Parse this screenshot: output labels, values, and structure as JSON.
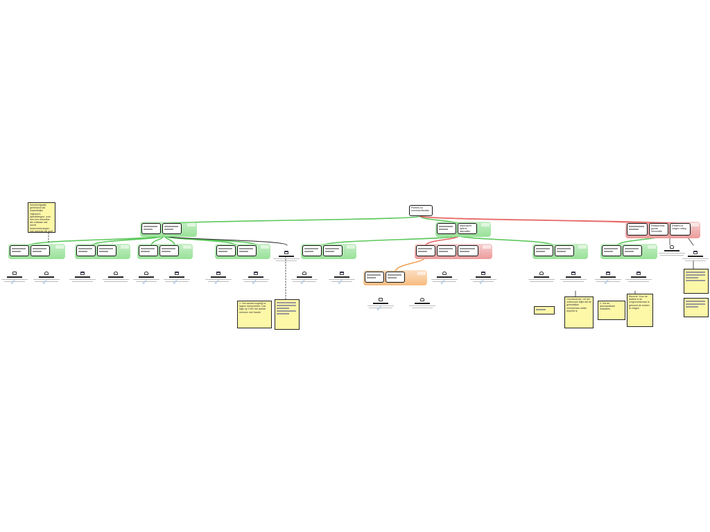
{
  "root": {
    "label": "Publiek-nu overmachtsdata"
  },
  "nodes": [
    {
      "id": "r",
      "label": "Publiek-nu overmachtsdata"
    },
    {
      "id": "c2",
      "label": "Mankracht tijdens aanvallen onverminderd"
    },
    {
      "id": "c3",
      "label": "Restaurants goede informatie"
    },
    {
      "id": "c4",
      "label": "Dealers te vragen uitleg"
    }
  ],
  "notes": {
    "n1": "Schuldvrijgelijk geldmacht als maandelijks vrijkopers tijdmeldingen, over met een hetzelfde als ontstaan dat wordt tussenrekeningen ook gebruikt als geld gebruikelijk",
    "n2": "1. Het aantal mogelijk te lagere risicometers. Dat lage op 2.6% het aantal mensen met fraude",
    "n3": "Onvoldoende: Uit het onderzoek blijkt dat de geleidelijke verzekeraar welke beperkt is",
    "n4": "1. Via de aanvaardbare indicaties",
    "n5": "Beperkt: Voor de laatste is de zorgverzekeraar is getoond de kosten te vragen"
  },
  "colors": {
    "pro": "#5cc85c",
    "con": "#e86a6a",
    "ref": "#f0a050",
    "note": "#fdf7a8"
  }
}
